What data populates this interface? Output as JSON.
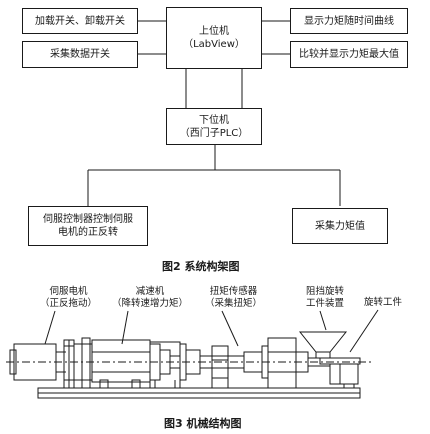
{
  "fig2": {
    "caption": "图2   系统构架图",
    "boxes": {
      "load_switch": "加载开关、卸载开关",
      "collect_switch": "采集数据开关",
      "host_line1": "上位机",
      "host_line2": "（LabView）",
      "curve_display": "显示力矩随时间曲线",
      "max_compare": "比较并显示力矩最大值",
      "plc_line1": "下位机",
      "plc_line2": "（西门子PLC）",
      "servo_line1": "伺服控制器控制伺服",
      "servo_line2": "电机的正反转",
      "torque_collect": "采集力矩值"
    }
  },
  "fig3": {
    "caption": "图3   机械结构图",
    "labels": {
      "servo_motor_1": "伺服电机",
      "servo_motor_2": "（正反拖动）",
      "reducer_1": "减速机",
      "reducer_2": "（降转速增力矩）",
      "sensor_1": "扭矩传感器",
      "sensor_2": "（采集扭矩）",
      "stopper_1": "阻挡旋转",
      "stopper_2": "工件装置",
      "workpiece": "旋转工件"
    }
  }
}
